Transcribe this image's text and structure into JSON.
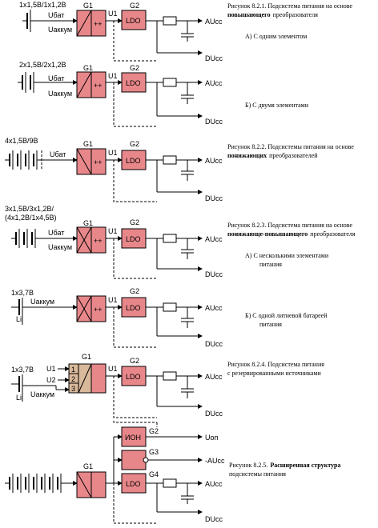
{
  "labels": {
    "g1": "G1",
    "g2": "G2",
    "g3": "G3",
    "g4": "G4",
    "u1": "U1",
    "u2": "U2",
    "plusplus": "++",
    "ldo": "LDO",
    "ion": "ИОН",
    "aucc": "AUcc",
    "ducc": "DUcc",
    "uop": "Uоп",
    "minus_aucc": "-AUcc",
    "ubat": "Uбат",
    "uakkum": "Uаккум",
    "li": "Li",
    "sel1": "1",
    "sel2": "2",
    "sel3": "3"
  },
  "sources": {
    "s1": "1x1,5B/1x1,2B",
    "s2": "2x1,5B/2x1,2B",
    "s3": "4x1,5B/9B",
    "s4a": "3x1,5B/3x1,2B/",
    "s4b": "(4x1,2B/1x4,5B)",
    "s5": "1x3,7B",
    "s6": "1x3,7B"
  },
  "captions": {
    "c1_prefix": "Рисунок 8.2.1. Подсистема питания на основе",
    "c1_bold": "повышающего",
    "c1_suffix": "преобразователя",
    "c1_a": "А) С одним элементом",
    "c1_b": "Б) С двумя элементами",
    "c2_prefix": "Рисунок 8.2.2. Подсистемы питания на основе",
    "c2_bold": "понижающих",
    "c2_suffix": "преобразователей",
    "c3_prefix": "Рисунок 8.2.3. Подсистема питания на основе",
    "c3_bold": "понижающе-повышающего",
    "c3_suffix": "преобразователя",
    "c3_a1": "А) С несколькими элементами",
    "c3_a2": "питания",
    "c3_b1": "Б) С одной литиевой батареей",
    "c3_b2": "питания",
    "c4_l1": "Рисунок 8.2.4. Подсистема питания",
    "c4_l2": "с резервированными источниками",
    "c5_prefix": "Рисунок 8.2.5.",
    "c5_bold": "Расширенная структура",
    "c5_l2": "подсистемы питания"
  },
  "colors": {
    "block": "#e8878a",
    "selector": "#d9b99b"
  }
}
